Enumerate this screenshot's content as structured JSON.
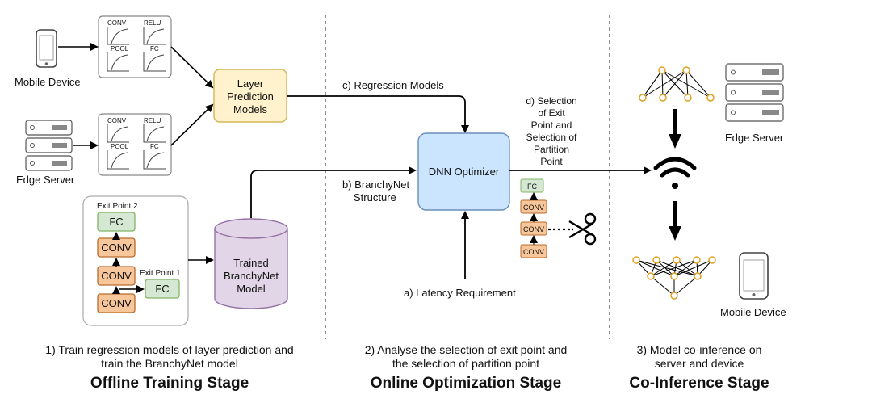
{
  "left": {
    "mobile_device_label": "Mobile Device",
    "edge_server_label": "Edge Server",
    "mini_charts_top": [
      "CONV",
      "RELU",
      "POOL",
      "FC"
    ],
    "mini_charts_bottom": [
      "CONV",
      "RELU",
      "POOL",
      "FC"
    ],
    "layer_prediction_models": [
      "Layer",
      "Prediction",
      "Models"
    ],
    "branchynet": {
      "exit_point_2": "Exit Point 2",
      "exit_point_1": "Exit Point 1",
      "fc_top": "FC",
      "fc_side": "FC",
      "conv": [
        "CONV",
        "CONV",
        "CONV"
      ]
    },
    "trained_model": [
      "Trained",
      "BranchyNet",
      "Model"
    ],
    "caption": [
      "1) Train regression models of layer prediction and",
      "train the BranchyNet model"
    ],
    "stage_title": "Offline Training Stage"
  },
  "middle": {
    "regression_models": "c) Regression Models",
    "branchynet_structure": [
      "b) BranchyNet",
      "Structure"
    ],
    "dnn_optimizer": "DNN Optimizer",
    "latency_requirement": "a) Latency Requirement",
    "selection_text": [
      "d) Selection",
      "of Exit",
      "Point and",
      "Selection of",
      "Partition",
      "Point"
    ],
    "stack": {
      "fc": "FC",
      "conv": [
        "CONV",
        "CONV",
        "CONV"
      ]
    },
    "caption": [
      "2) Analyse the selection of exit point and",
      "the selection of partition point"
    ],
    "stage_title": "Online Optimization Stage"
  },
  "right": {
    "edge_server_label": "Edge Server",
    "mobile_device_label": "Mobile Device",
    "caption": [
      "3) Model co-inference on",
      "server and device"
    ],
    "stage_title": "Co-Inference Stage"
  },
  "colors": {
    "conv_fill": "#f7c69a",
    "conv_stroke": "#b86b2e",
    "fc_fill": "#d5e8d4",
    "fc_stroke": "#82b366",
    "layer_pred_fill": "#fff2cc",
    "layer_pred_stroke": "#d6b656",
    "optimizer_fill": "#cce5ff",
    "optimizer_stroke": "#6c8ebf",
    "cylinder_fill": "#e1d5e7",
    "cylinder_stroke": "#9673a6",
    "node_stroke": "#e0a020"
  }
}
